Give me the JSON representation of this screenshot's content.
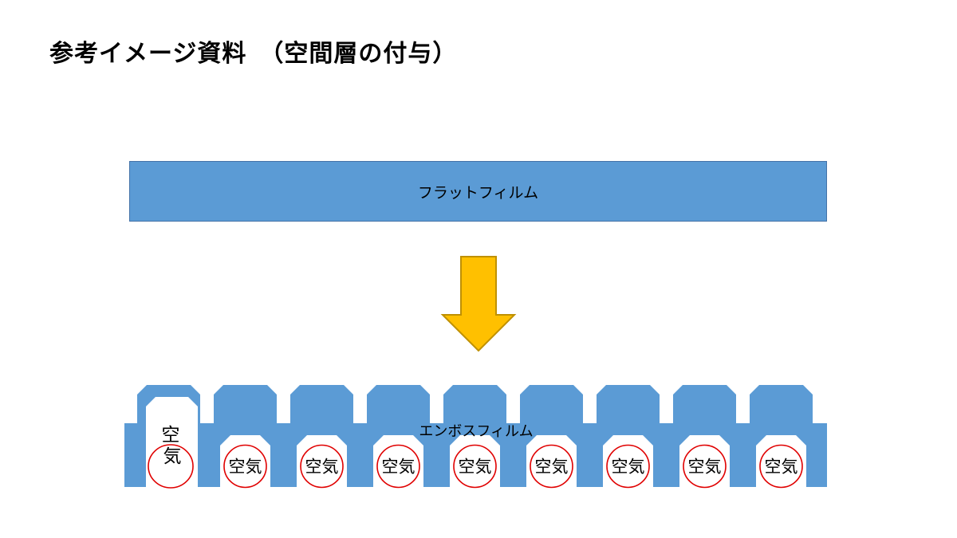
{
  "slide": {
    "title": "参考イメージ資料　（空間層の付与）"
  },
  "flat_film": {
    "label": "フラットフィルム"
  },
  "arrow": {
    "direction": "down"
  },
  "emboss_film": {
    "label": "エンボスフィルム",
    "first_pocket": {
      "char_top": "空",
      "char_bottom": "気"
    },
    "pockets": [
      {
        "label": "空気"
      },
      {
        "label": "空気"
      },
      {
        "label": "空気"
      },
      {
        "label": "空気"
      },
      {
        "label": "空気"
      },
      {
        "label": "空気"
      },
      {
        "label": "空気"
      },
      {
        "label": "空気"
      }
    ]
  },
  "colors": {
    "film_blue": "#5B9BD5",
    "film_border": "#4472A8",
    "arrow_fill": "#FFC000",
    "arrow_border": "#BF9000",
    "air_circle_red": "#E00000",
    "text": "#000000",
    "background": "#FFFFFF"
  }
}
